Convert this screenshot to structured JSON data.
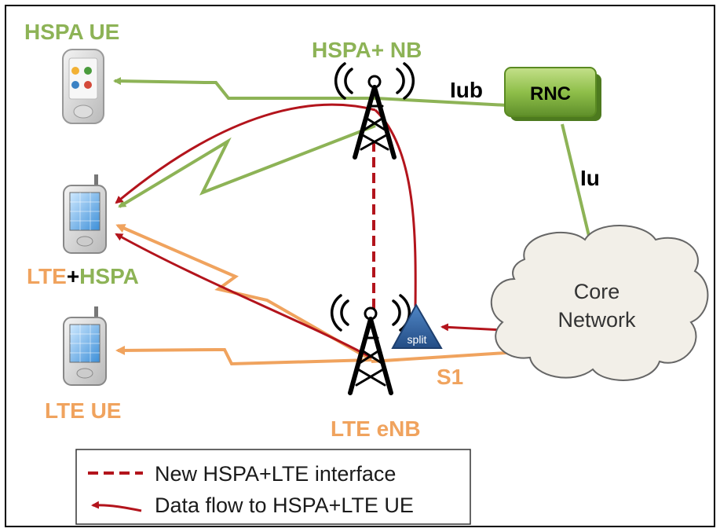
{
  "labels": {
    "hspa_ue": "HSPA UE",
    "hspa_nb": "HSPA+ NB",
    "iub": "Iub",
    "rnc": "RNC",
    "iu": "Iu",
    "lte_part": "LTE",
    "plus": "+",
    "hspa_part": "HSPA",
    "lte_ue": "LTE UE",
    "lte_enb": "LTE eNB",
    "s1": "S1",
    "split": "split",
    "core_line1": "Core",
    "core_line2": "Network"
  },
  "legend": {
    "item1": "New HSPA+LTE interface",
    "item2": "Data flow to HSPA+LTE UE"
  },
  "colors": {
    "hspa_green": "#8db356",
    "lte_orange": "#f0a35e",
    "flow_red": "#b3141c",
    "rnc_green": "#7fb03a",
    "split_blue": "#2f5f9e",
    "cloud_fill": "#f2efe8"
  }
}
